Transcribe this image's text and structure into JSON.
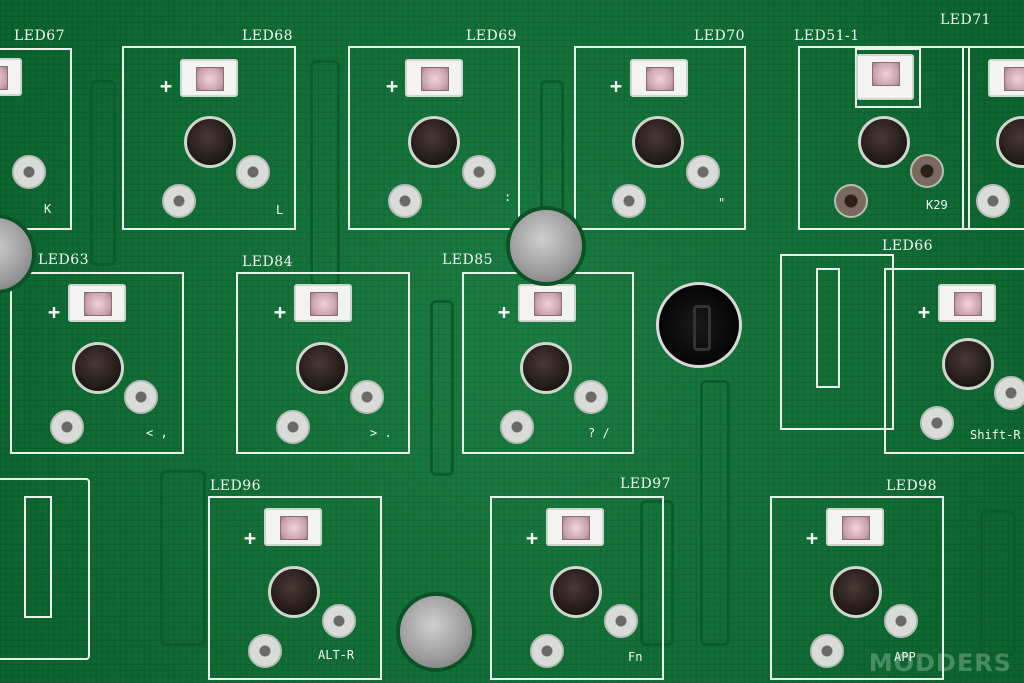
{
  "leds": [
    {
      "id": "led-67",
      "label": "LED67",
      "key": "K"
    },
    {
      "id": "led-68",
      "label": "LED68",
      "key": "L"
    },
    {
      "id": "led-69",
      "label": "LED69",
      "key": ":"
    },
    {
      "id": "led-70",
      "label": "LED70",
      "key": "\""
    },
    {
      "id": "led-51-1",
      "label": "LED51-1",
      "key": "K29"
    },
    {
      "id": "led-71",
      "label": "LED71",
      "key": ""
    },
    {
      "id": "led-63",
      "label": "LED63",
      "key": "< ,"
    },
    {
      "id": "led-84",
      "label": "LED84",
      "key": "> ."
    },
    {
      "id": "led-85",
      "label": "LED85",
      "key": "? /"
    },
    {
      "id": "led-66",
      "label": "LED66",
      "key": "Shift-R"
    },
    {
      "id": "led-96",
      "label": "LED96",
      "key": "ALT-R"
    },
    {
      "id": "led-97",
      "label": "LED97",
      "key": "Fn"
    },
    {
      "id": "led-98",
      "label": "LED98",
      "key": "APP"
    }
  ],
  "plus_sign": "+",
  "watermark": "MODDERS"
}
